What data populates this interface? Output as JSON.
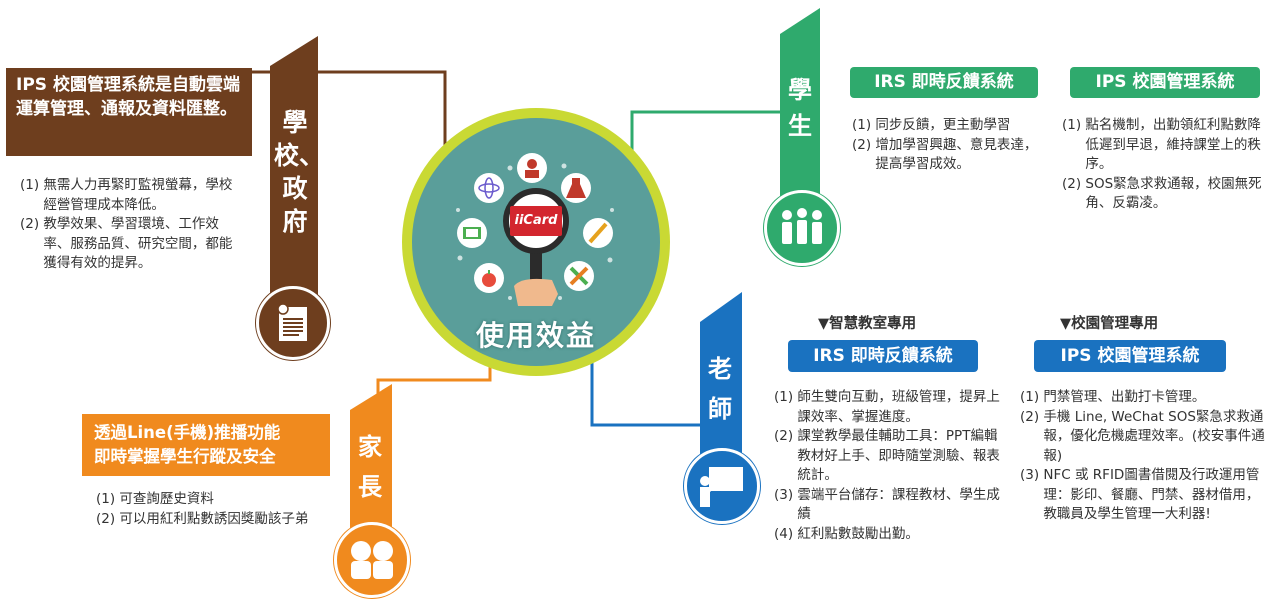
{
  "colors": {
    "brown": "#6e3e1e",
    "green": "#2faa6d",
    "blue": "#1a72c0",
    "orange": "#f08a1e",
    "teal": "#5a9e9a",
    "ring": "#c9d934"
  },
  "center": {
    "badge": "iiCard",
    "title": "使用效益"
  },
  "icons": [
    "atom-icon",
    "doctor-icon",
    "flask-icon",
    "book-icon",
    "pen-icon",
    "apple-icon",
    "palette-icon",
    "magnifier-icon",
    "hand-icon"
  ],
  "school": {
    "label": "學校、政府",
    "title": "IPS 校園管理系統是自動雲端運算管理、通報及資料匯整。",
    "items": [
      {
        "n": "(1) ",
        "t": "無需人力再緊盯監視螢幕，學校經營管理成本降低。"
      },
      {
        "n": "(2) ",
        "t": "教學效果、學習環境、工作效率、服務品質、研究空間，都能獲得有效的提昇。"
      }
    ]
  },
  "student": {
    "label_line1": "學",
    "label_line2": "生",
    "irs_title": "IRS 即時反饋系統",
    "ips_title": "IPS 校園管理系統",
    "irs_items": [
      {
        "n": "(1) ",
        "t": "同步反饋，更主動學習"
      },
      {
        "n": "(2) ",
        "t": "增加學習興趣、意見表達，提高學習成效。"
      }
    ],
    "ips_items": [
      {
        "n": "(1) ",
        "t": "點名機制，出勤領紅利點數降低遲到早退，維持課堂上的秩序。"
      },
      {
        "n": "(2) ",
        "t": "SOS緊急求救通報，校園無死角、反霸凌。"
      }
    ]
  },
  "teacher": {
    "label_line1": "老",
    "label_line2": "師",
    "smart_header": "▼智慧教室專用",
    "campus_header": "▼校園管理專用",
    "irs_title": "IRS 即時反饋系統",
    "ips_title": "IPS 校園管理系統",
    "irs_items": [
      {
        "n": "(1) ",
        "t": "師生雙向互動，班級管理，提昇上課效率、掌握進度。"
      },
      {
        "n": "(2) ",
        "t": "課堂教學最佳輔助工具：PPT編輯教材好上手、即時隨堂測驗、報表統計。"
      },
      {
        "n": "(3) ",
        "t": "雲端平台儲存：課程教材、學生成績"
      },
      {
        "n": "(4) ",
        "t": "紅利點數鼓勵出勤。"
      }
    ],
    "ips_items": [
      {
        "n": "(1) ",
        "t": "門禁管理、出勤打卡管理。"
      },
      {
        "n": "(2) ",
        "t": "手機 Line, WeChat SOS緊急求救通報，優化危機處理效率。(校安事件通報)"
      },
      {
        "n": "(3) ",
        "t": "NFC 或 RFID圖書借閱及行政運用管理：影印、餐廳、門禁、器材借用，教職員及學生管理一大利器!"
      }
    ]
  },
  "parent": {
    "label_line1": "家",
    "label_line2": "長",
    "title_line1": "透過Line(手機)推播功能",
    "title_line2": "即時掌握學生行蹤及安全",
    "items": [
      {
        "n": "(1) ",
        "t": "可查詢歷史資料"
      },
      {
        "n": "(2) ",
        "t": "可以用紅利點數誘因獎勵該子弟"
      }
    ]
  }
}
